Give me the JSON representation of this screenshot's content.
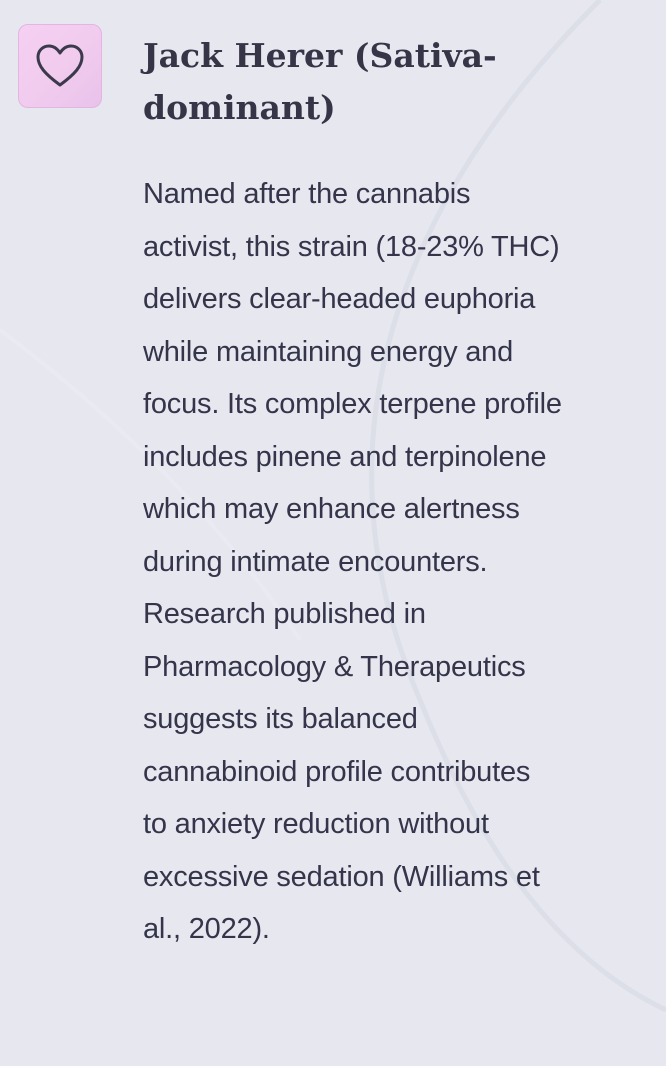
{
  "card": {
    "icon": "heart-outline-icon",
    "title": "Jack Herer (Sativa-dominant)",
    "lines": [
      "Named after the cannabis",
      "activist, this strain (18-23% THC)",
      "delivers clear-headed euphoria",
      "while maintaining energy and",
      "focus. Its complex terpene profile",
      "includes pinene and terpinolene",
      "which may enhance alertness",
      "during intimate encounters.",
      "Research published in",
      "Pharmacology & Therapeutics",
      "suggests its balanced",
      "cannabinoid profile contributes",
      "to anxiety reduction without",
      "excessive sedation (Williams et",
      "al., 2022)."
    ]
  },
  "colors": {
    "background": "#e6e7ef",
    "icon_box": "#f2ccef",
    "text": "#34344a"
  }
}
